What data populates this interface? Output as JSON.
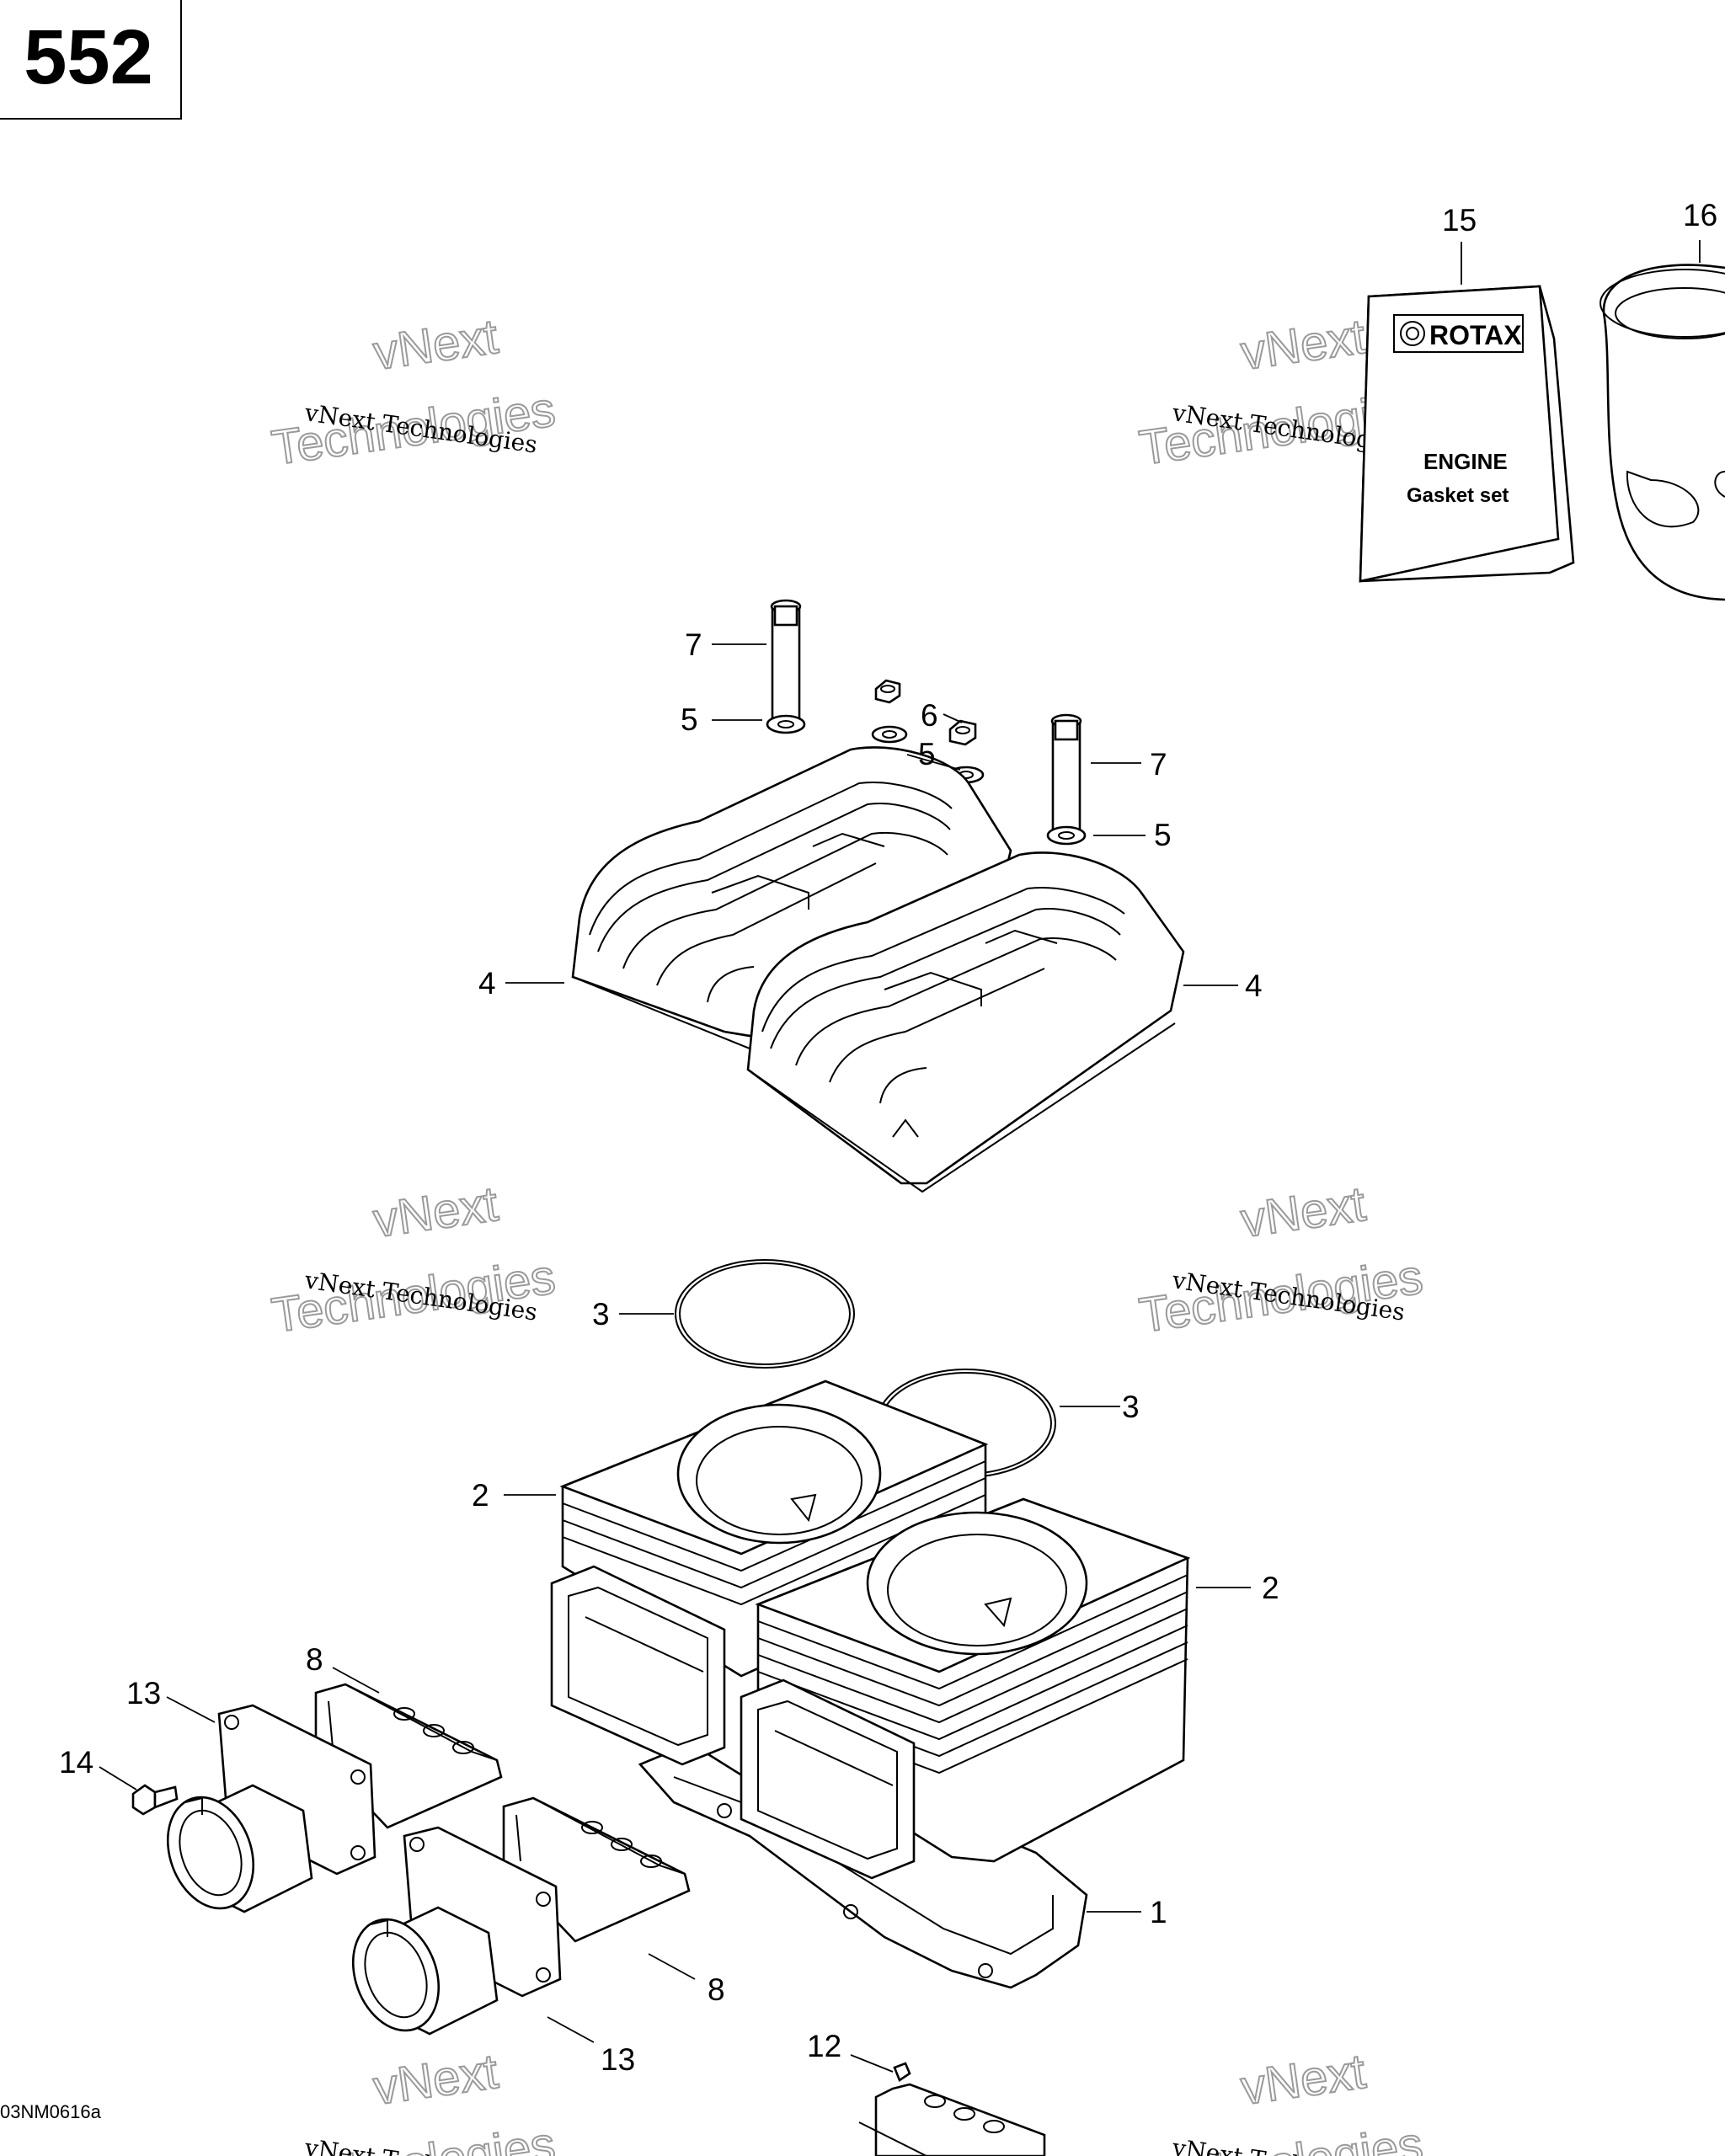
{
  "page": {
    "number": "552",
    "drawing_code": "03NM0616a"
  },
  "watermark": {
    "line1": "vNext Technologies",
    "line2": "vNext",
    "line3": "Technologies"
  },
  "gasket_box": {
    "brand": "ROTAX",
    "line1": "ENGINE",
    "line2": "Gasket set"
  },
  "callouts": [
    {
      "id": "c15",
      "label": "15"
    },
    {
      "id": "c16",
      "label": "16"
    },
    {
      "id": "c7a",
      "label": "7"
    },
    {
      "id": "c5a",
      "label": "5"
    },
    {
      "id": "c6",
      "label": "6"
    },
    {
      "id": "c5b",
      "label": "5"
    },
    {
      "id": "c7b",
      "label": "7"
    },
    {
      "id": "c5c",
      "label": "5"
    },
    {
      "id": "c4a",
      "label": "4"
    },
    {
      "id": "c4b",
      "label": "4"
    },
    {
      "id": "c3a",
      "label": "3"
    },
    {
      "id": "c3b",
      "label": "3"
    },
    {
      "id": "c2a",
      "label": "2"
    },
    {
      "id": "c2b",
      "label": "2"
    },
    {
      "id": "c8a",
      "label": "8"
    },
    {
      "id": "c13a",
      "label": "13"
    },
    {
      "id": "c14",
      "label": "14"
    },
    {
      "id": "c1",
      "label": "1"
    },
    {
      "id": "c8b",
      "label": "8"
    },
    {
      "id": "c13b",
      "label": "13"
    },
    {
      "id": "c12",
      "label": "12"
    }
  ]
}
